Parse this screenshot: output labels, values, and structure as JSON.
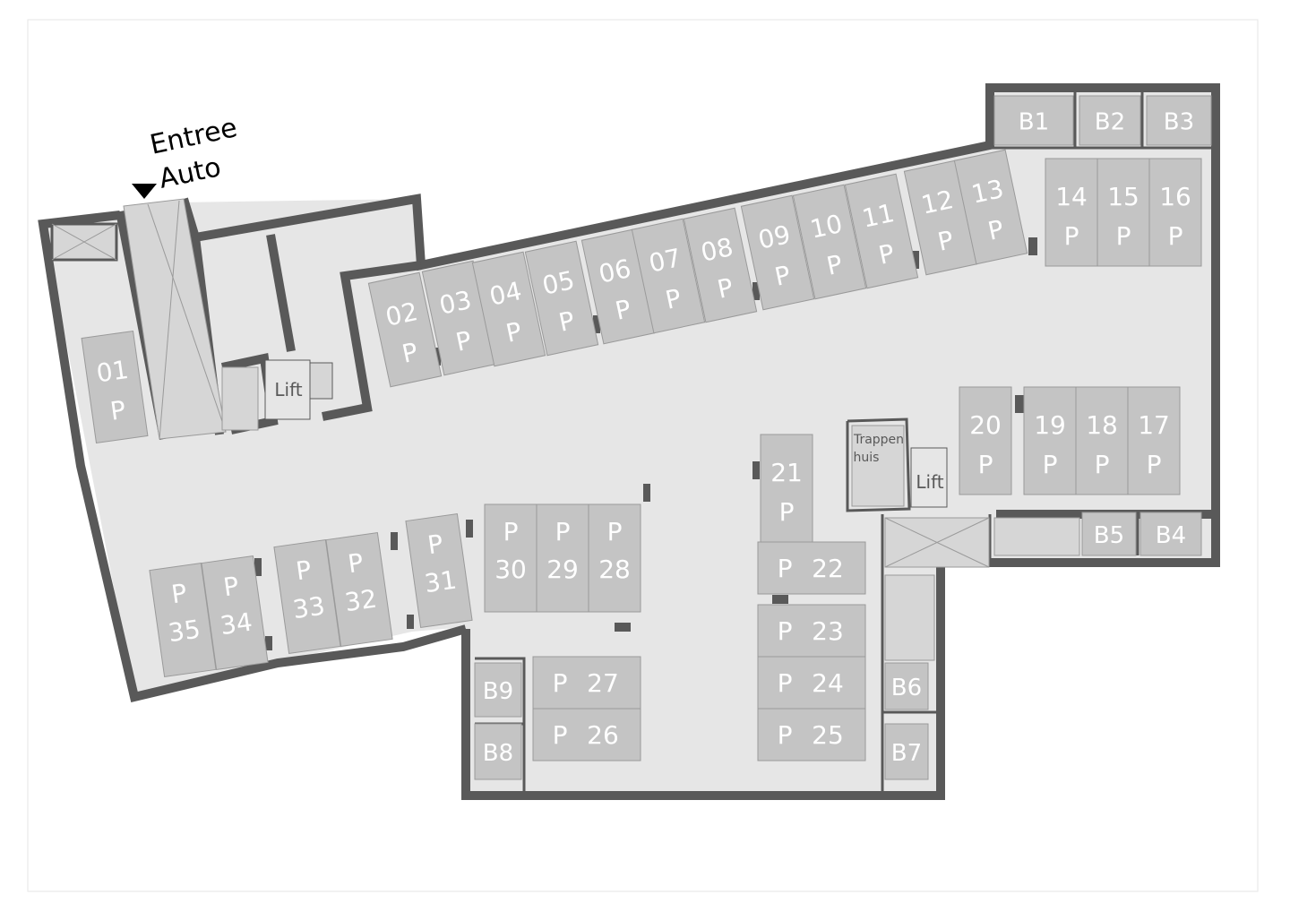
{
  "entrance": {
    "line1": "Entree",
    "line2": "Auto"
  },
  "core_left": {
    "lift": "Lift"
  },
  "core_right": {
    "stair_line1": "Trappen",
    "stair_line2": "huis",
    "lift": "Lift"
  },
  "parking": [
    {
      "num": "01",
      "p": "P"
    },
    {
      "num": "02",
      "p": "P"
    },
    {
      "num": "03",
      "p": "P"
    },
    {
      "num": "04",
      "p": "P"
    },
    {
      "num": "05",
      "p": "P"
    },
    {
      "num": "06",
      "p": "P"
    },
    {
      "num": "07",
      "p": "P"
    },
    {
      "num": "08",
      "p": "P"
    },
    {
      "num": "09",
      "p": "P"
    },
    {
      "num": "10",
      "p": "P"
    },
    {
      "num": "11",
      "p": "P"
    },
    {
      "num": "12",
      "p": "P"
    },
    {
      "num": "13",
      "p": "P"
    },
    {
      "num": "14",
      "p": "P"
    },
    {
      "num": "15",
      "p": "P"
    },
    {
      "num": "16",
      "p": "P"
    },
    {
      "num": "17",
      "p": "P"
    },
    {
      "num": "18",
      "p": "P"
    },
    {
      "num": "19",
      "p": "P"
    },
    {
      "num": "20",
      "p": "P"
    },
    {
      "num": "21",
      "p": "P"
    },
    {
      "num": "22",
      "p": "P"
    },
    {
      "num": "23",
      "p": "P"
    },
    {
      "num": "24",
      "p": "P"
    },
    {
      "num": "25",
      "p": "P"
    },
    {
      "num": "26",
      "p": "P"
    },
    {
      "num": "27",
      "p": "P"
    },
    {
      "num": "28",
      "p": "P"
    },
    {
      "num": "29",
      "p": "P"
    },
    {
      "num": "30",
      "p": "P"
    },
    {
      "num": "31",
      "p": "P"
    },
    {
      "num": "32",
      "p": "P"
    },
    {
      "num": "33",
      "p": "P"
    },
    {
      "num": "34",
      "p": "P"
    },
    {
      "num": "35",
      "p": "P"
    }
  ],
  "storage": [
    "B1",
    "B2",
    "B3",
    "B4",
    "B5",
    "B6",
    "B7",
    "B8",
    "B9"
  ],
  "colors": {
    "wall": "#595959",
    "floor": "#e6e6e6",
    "space": "#c4c4c4",
    "label": "#ffffff"
  }
}
